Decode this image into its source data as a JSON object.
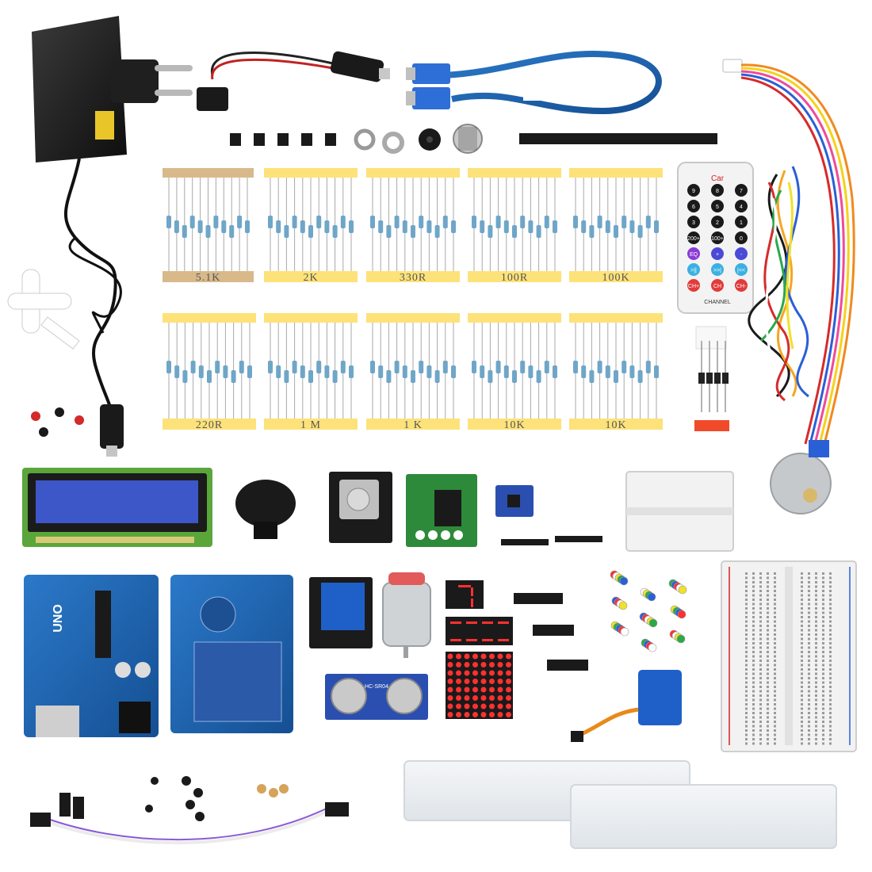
{
  "resistor_strips": [
    {
      "label": "5.1K"
    },
    {
      "label": "2K"
    },
    {
      "label": "330R"
    },
    {
      "label": "100R"
    },
    {
      "label": "100K"
    },
    {
      "label": "220R"
    },
    {
      "label": "1 M"
    },
    {
      "label": "1 K"
    },
    {
      "label": "10K"
    },
    {
      "label": "10K"
    }
  ],
  "boards": {
    "uno_label": "UNO",
    "sensor_module_label": "HC-SR04"
  },
  "remote": {
    "brand": "Car",
    "channel_label": "CHANNEL",
    "keys": [
      "CH-",
      "CH",
      "CH+",
      "|<<",
      ">>|",
      ">||",
      "-",
      "+",
      "EQ",
      "0",
      "100+",
      "200+",
      "1",
      "2",
      "3",
      "4",
      "5",
      "6",
      "7",
      "8",
      "9"
    ]
  },
  "colors": {
    "board_blue": "#1d5fa8",
    "strip_yellow": "#fde27a",
    "strip_tan": "#d9b98a",
    "resistor_body": "#6fa6c8",
    "lcd_green": "#5aa63a",
    "lcd_screen": "#3d56c8",
    "cable_blue": "#2d6fd6",
    "adapter_black": "#1b1b1b"
  }
}
